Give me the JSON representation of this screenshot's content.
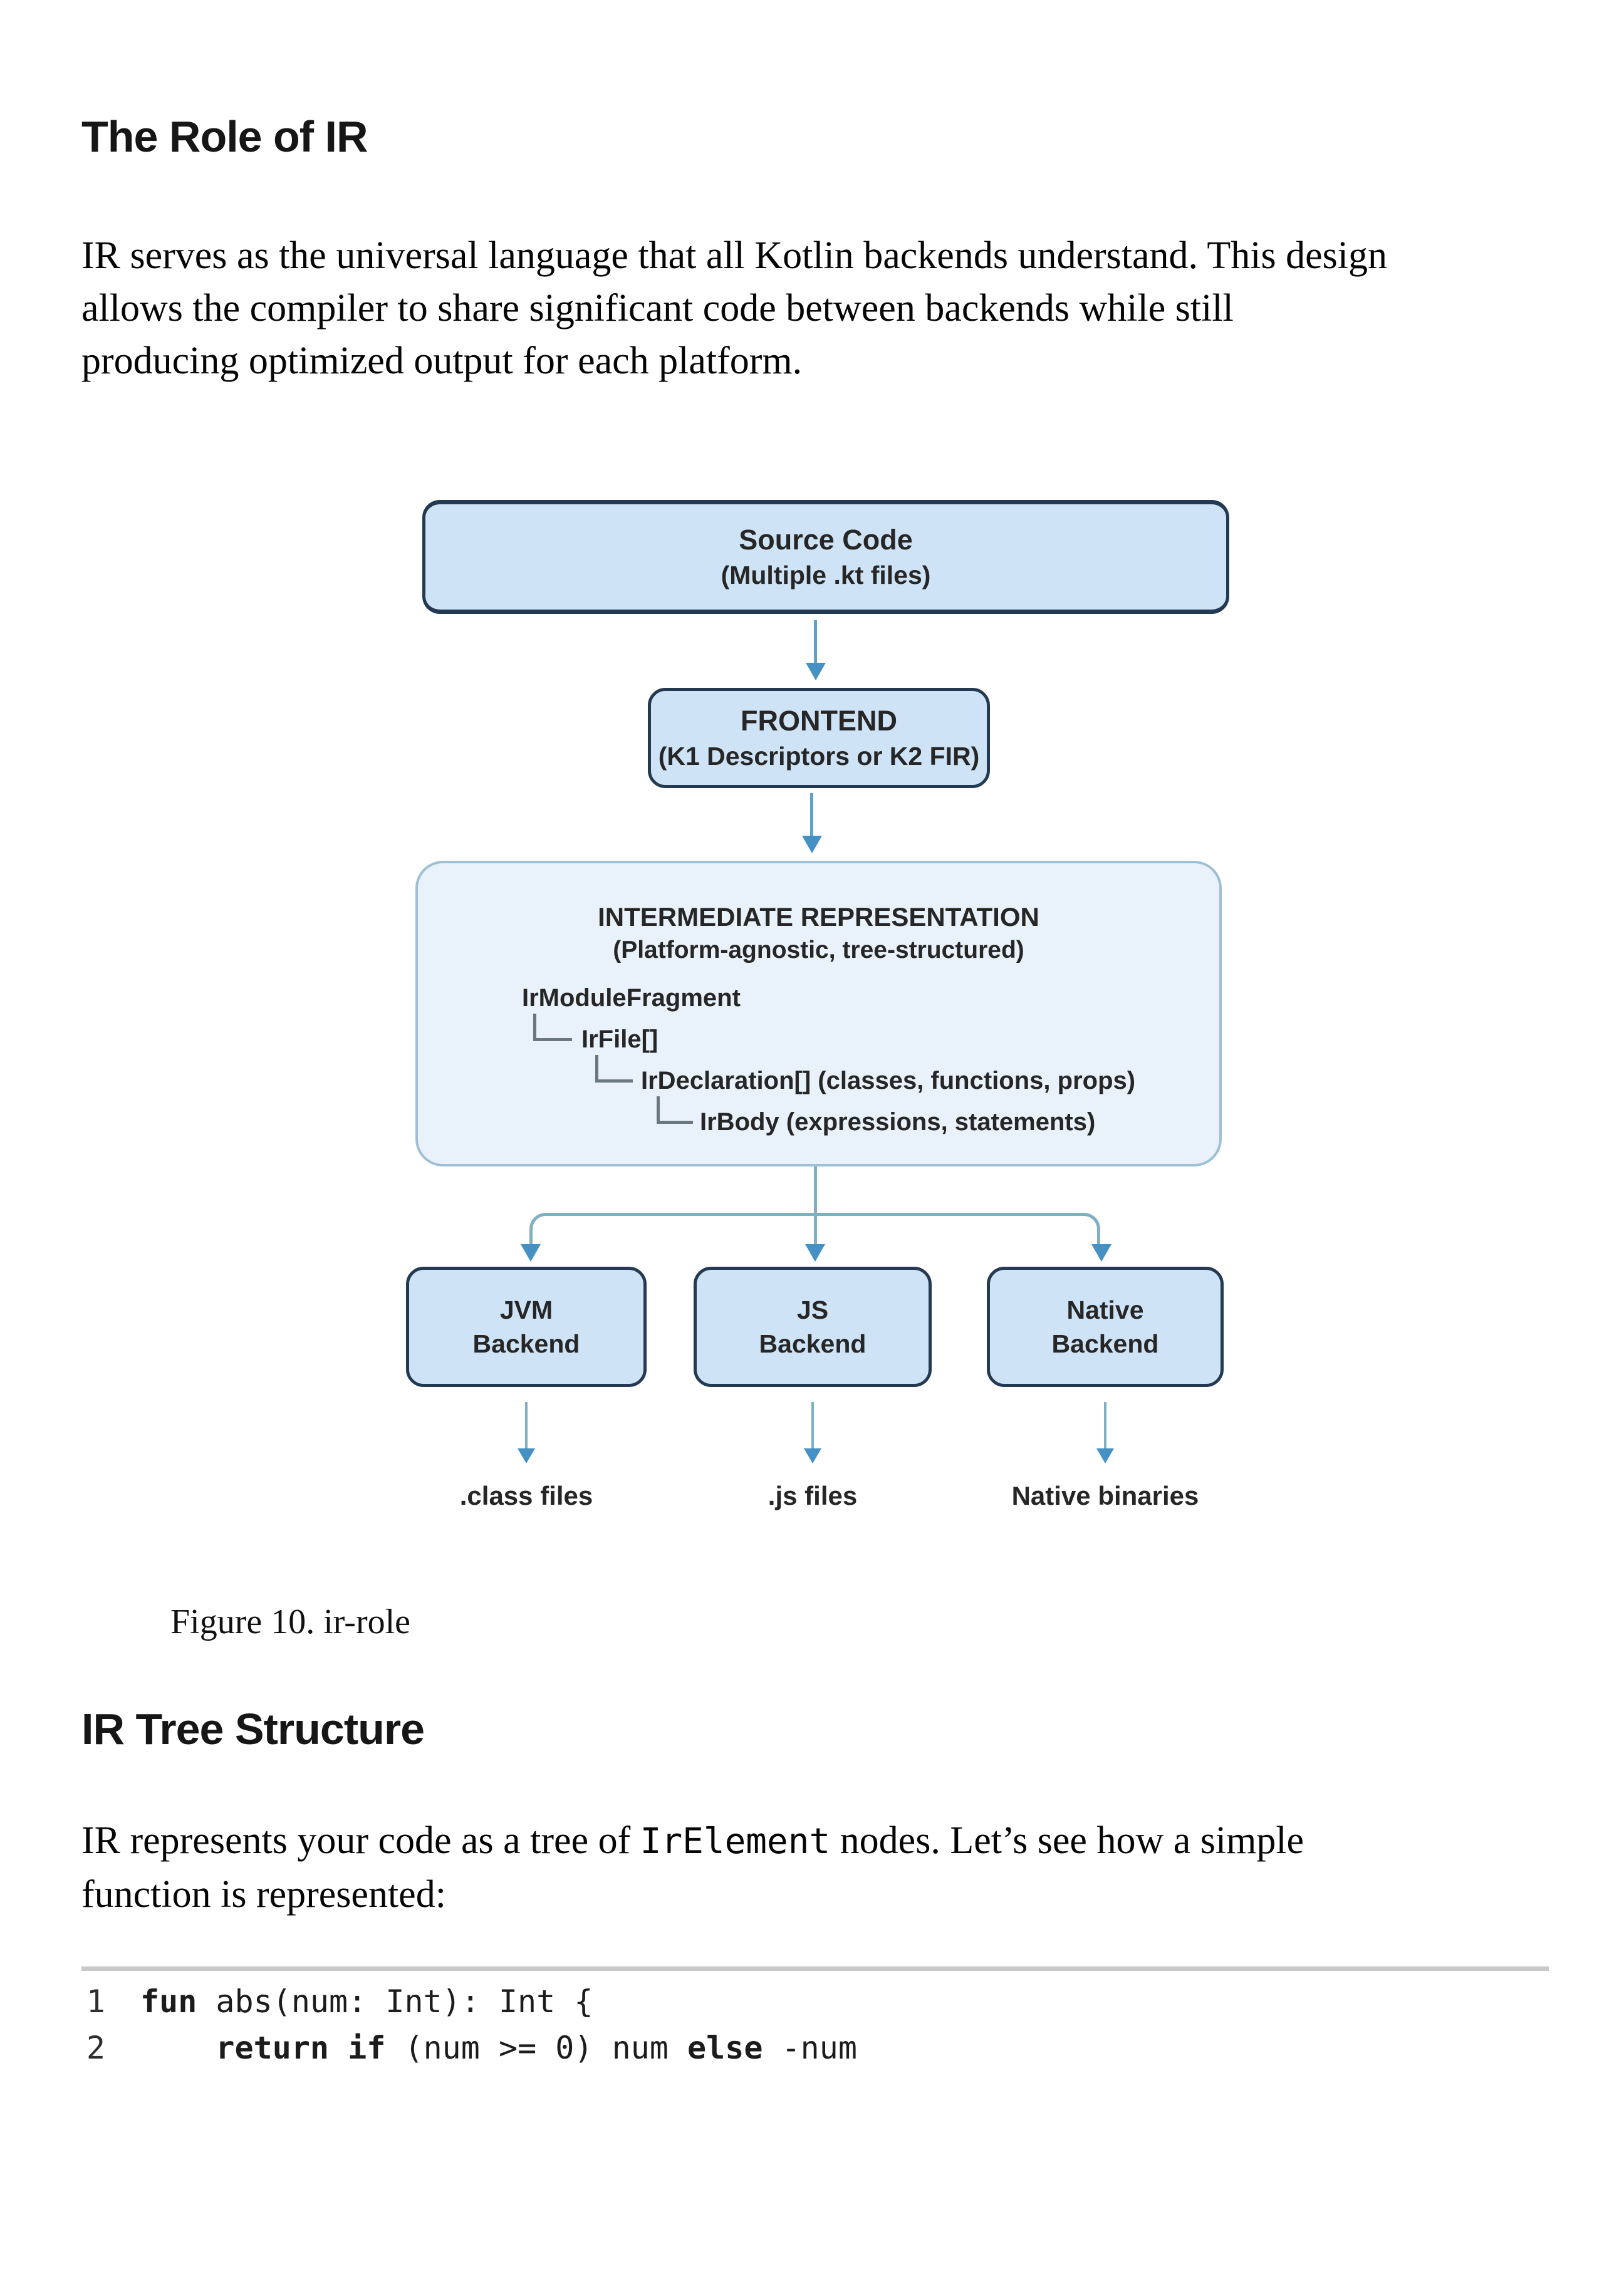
{
  "sections": {
    "role_of_ir": {
      "title": "The Role of IR",
      "lines": [
        "IR serves as the universal language that all Kotlin backends understand. This design",
        "allows the compiler to share significant code between backends while still",
        "producing optimized output for each platform."
      ]
    },
    "ir_tree": {
      "title": "IR Tree Structure",
      "paragraph_pre": "IR represents your code as a tree of ",
      "paragraph_code": "IrElement",
      "paragraph_post_line1": " nodes. Let’s see how a simple",
      "paragraph_post_line2": "function is represented:"
    }
  },
  "figure": {
    "caption": "Figure 10. ir-role"
  },
  "diagram": {
    "source_box": {
      "title": "Source Code",
      "subtitle": "(Multiple .kt files)"
    },
    "frontend_box": {
      "title": "FRONTEND",
      "subtitle": "(K1 Descriptors or K2 FIR)"
    },
    "ir_box": {
      "title": "INTERMEDIATE REPRESENTATION",
      "subtitle": "(Platform-agnostic, tree-structured)",
      "tree": [
        "IrModuleFragment",
        "IrFile[]",
        "IrDeclaration[] (classes, functions, props)",
        "IrBody (expressions, statements)"
      ]
    },
    "backends": [
      {
        "line1": "JVM",
        "line2": "Backend"
      },
      {
        "line1": "JS",
        "line2": "Backend"
      },
      {
        "line1": "Native",
        "line2": "Backend"
      }
    ],
    "outputs": [
      ".class files",
      ".js files",
      "Native binaries"
    ],
    "colors": {
      "box_fill": "#cfe3f7",
      "box_border": "#243a52",
      "ir_box_fill": "#e9f1fa",
      "ir_box_border": "#9fc0d4",
      "arrow": "#4591c4",
      "connector": "#7fafc2",
      "tree_line": "#6a7680"
    }
  },
  "code": {
    "lines": [
      {
        "number": "1",
        "segments": [
          {
            "t": "fun"
          },
          {
            "t": " abs(num: Int): Int {"
          }
        ]
      },
      {
        "number": "2",
        "segments": [
          {
            "t": "    "
          },
          {
            "t": "return"
          },
          {
            "t": " "
          },
          {
            "t": "if"
          },
          {
            "t": " (num >= 0) num "
          },
          {
            "t": "else"
          },
          {
            "t": " -num"
          }
        ]
      }
    ]
  }
}
